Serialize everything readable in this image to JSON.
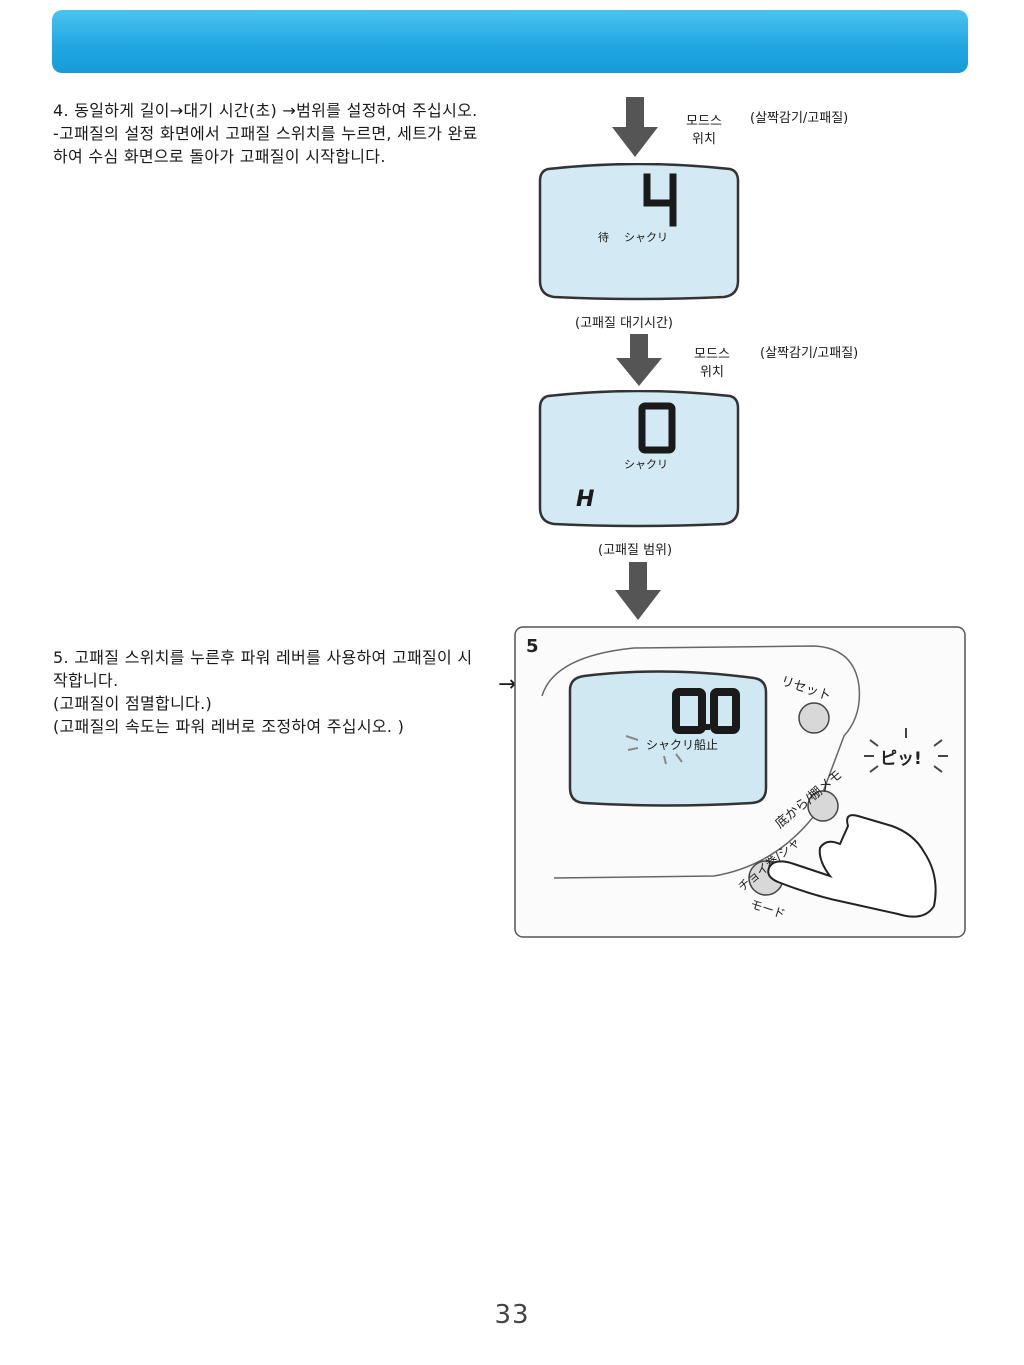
{
  "step4": {
    "line1": "4. 동일하게 길이→대기 시간(초) →범위를 설정하여 주십시오.",
    "line2": "-고패질의 설정 화면에서 고패질 스위치를 누르면, 세트가 완료하여 수심 화면으로 돌아가 고패질이 시작합니다."
  },
  "step5": {
    "line1": "5. 고패질 스위치를 누른후 파워 레버를 사용하여 고패질이 시작합니다.",
    "line2": "(고패질이 점멸합니다.)",
    "line3": "(고패질의 속도는 파워 레버로 조정하여 주십시오. )"
  },
  "labels": {
    "mode_switch_1": "모드스",
    "mode_switch_2": "위치",
    "jig_mode": "(살짝감기/고패질)"
  },
  "screen1": {
    "digit": "4",
    "label_wait": "待",
    "label_jig": "シャクリ",
    "caption": "(고패질 대기시간)"
  },
  "screen2": {
    "digit": "0",
    "label_jig": "シャクリ",
    "indicator": "H",
    "caption": "(고패질 범위)"
  },
  "panel": {
    "step_number": "5",
    "readout": "0.0",
    "status": "シャクリ船止",
    "reset": "リセット",
    "bottom_top": "底から/棚メモ",
    "mode": "チョイ巻/シャ",
    "mode_sub": "モード",
    "beep": "ピッ!"
  },
  "side_arrow": "→",
  "page_number": "33",
  "colors": {
    "header": "#1fa6e0",
    "lcd": "#cfe8f2"
  }
}
